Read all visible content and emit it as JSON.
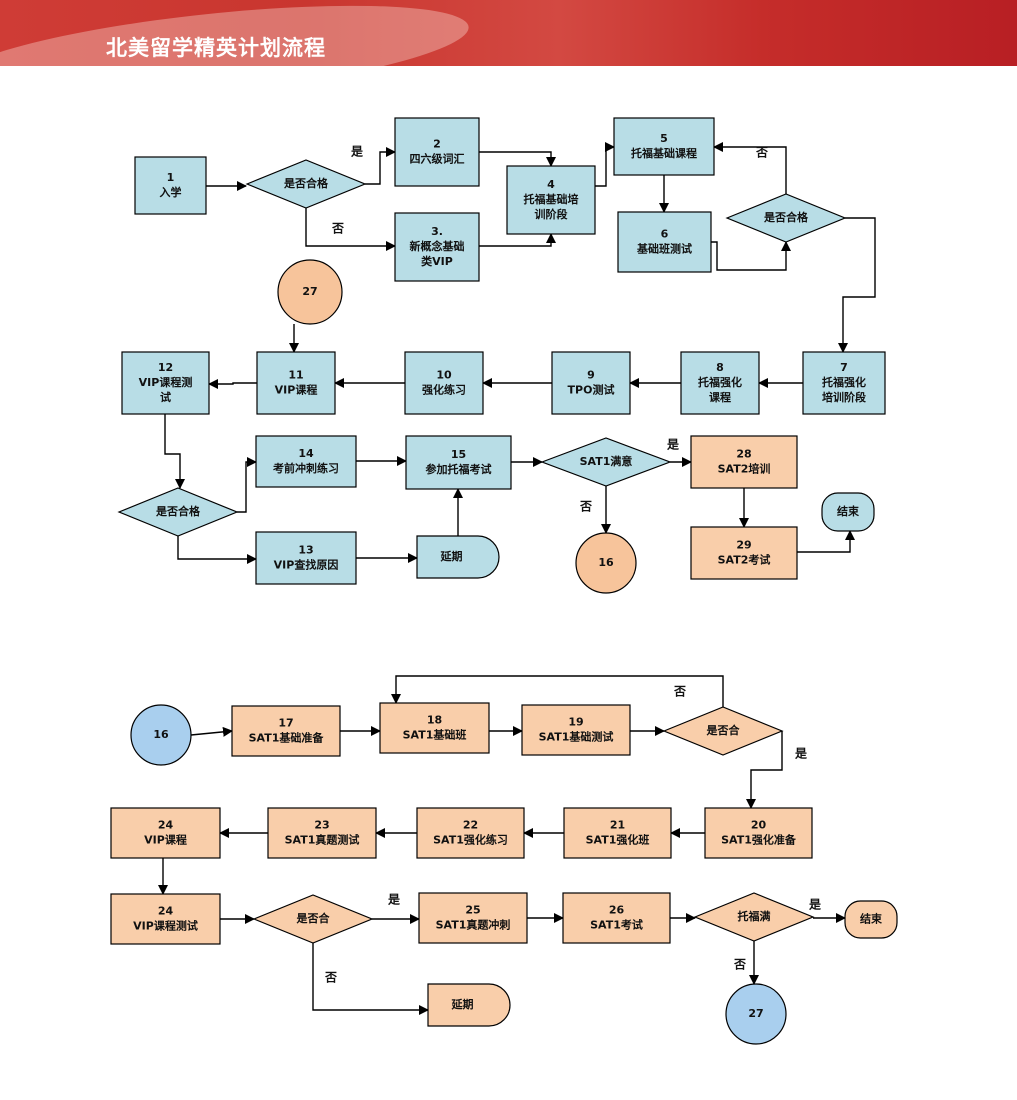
{
  "page_title": "北美留学精英计划流程",
  "colors": {
    "blue_box": "#b8dde6",
    "orange_box": "#f9ceaa",
    "orange_circle": "#f7c49b",
    "blue_circle": "#a9cfee"
  },
  "nodes": [
    {
      "id": "n1",
      "lines": [
        "1",
        "入学"
      ]
    },
    {
      "id": "d1",
      "lines": [
        "是否合格"
      ]
    },
    {
      "id": "n2",
      "lines": [
        "2",
        "四六级词汇"
      ]
    },
    {
      "id": "n3",
      "lines": [
        "3.",
        "新概念基础",
        "类VIP"
      ]
    },
    {
      "id": "n4",
      "lines": [
        "4",
        "托福基础培",
        "训阶段"
      ]
    },
    {
      "id": "n5",
      "lines": [
        "5",
        "托福基础课程"
      ]
    },
    {
      "id": "n6",
      "lines": [
        "6",
        "基础班测试"
      ]
    },
    {
      "id": "d2",
      "lines": [
        "是否合格"
      ]
    },
    {
      "id": "c27a",
      "lines": [
        "27"
      ]
    },
    {
      "id": "n7",
      "lines": [
        "7",
        "托福强化",
        "培训阶段"
      ]
    },
    {
      "id": "n8",
      "lines": [
        "8",
        "托福强化",
        "课程"
      ]
    },
    {
      "id": "n9",
      "lines": [
        "9",
        "TPO测试"
      ]
    },
    {
      "id": "n10",
      "lines": [
        "10",
        "强化练习"
      ]
    },
    {
      "id": "n11",
      "lines": [
        "11",
        "VIP课程"
      ]
    },
    {
      "id": "n12",
      "lines": [
        "12",
        "VIP课程测",
        "试"
      ]
    },
    {
      "id": "d3",
      "lines": [
        "是否合格"
      ]
    },
    {
      "id": "n14",
      "lines": [
        "14",
        "考前冲刺练习"
      ]
    },
    {
      "id": "n13",
      "lines": [
        "13",
        "VIP查找原因"
      ]
    },
    {
      "id": "delay1",
      "lines": [
        "延期"
      ]
    },
    {
      "id": "n15",
      "lines": [
        "15",
        "参加托福考试"
      ]
    },
    {
      "id": "d4",
      "lines": [
        "SAT1满意"
      ]
    },
    {
      "id": "c16a",
      "lines": [
        "16"
      ]
    },
    {
      "id": "n28",
      "lines": [
        "28",
        "SAT2培训"
      ]
    },
    {
      "id": "n29",
      "lines": [
        "29",
        "SAT2考试"
      ]
    },
    {
      "id": "end1",
      "lines": [
        "结束"
      ]
    },
    {
      "id": "c16b",
      "lines": [
        "16"
      ]
    },
    {
      "id": "n17",
      "lines": [
        "17",
        "SAT1基础准备"
      ]
    },
    {
      "id": "n18",
      "lines": [
        "18",
        "SAT1基础班"
      ]
    },
    {
      "id": "n19",
      "lines": [
        "19",
        "SAT1基础测试"
      ]
    },
    {
      "id": "d5",
      "lines": [
        "是否合"
      ]
    },
    {
      "id": "n20",
      "lines": [
        "20",
        "SAT1强化准备"
      ]
    },
    {
      "id": "n21",
      "lines": [
        "21",
        "SAT1强化班"
      ]
    },
    {
      "id": "n22",
      "lines": [
        "22",
        "SAT1强化练习"
      ]
    },
    {
      "id": "n23",
      "lines": [
        "23",
        "SAT1真题测试"
      ]
    },
    {
      "id": "n24a",
      "lines": [
        "24",
        "VIP课程"
      ]
    },
    {
      "id": "n24b",
      "lines": [
        "24",
        "VIP课程测试"
      ]
    },
    {
      "id": "d6",
      "lines": [
        "是否合"
      ]
    },
    {
      "id": "n25",
      "lines": [
        "25",
        "SAT1真题冲刺"
      ]
    },
    {
      "id": "n26",
      "lines": [
        "26",
        "SAT1考试"
      ]
    },
    {
      "id": "d7",
      "lines": [
        "托福满"
      ]
    },
    {
      "id": "end2",
      "lines": [
        "结束"
      ]
    },
    {
      "id": "delay2",
      "lines": [
        "延期"
      ]
    },
    {
      "id": "c27b",
      "lines": [
        "27"
      ]
    }
  ],
  "edge_labels": [
    {
      "id": "e_yes1",
      "text": "是"
    },
    {
      "id": "e_no1",
      "text": "否"
    },
    {
      "id": "e_no2",
      "text": "否"
    },
    {
      "id": "e_yes2",
      "text": "是"
    },
    {
      "id": "e_no3",
      "text": "否"
    },
    {
      "id": "e_no4",
      "text": "否"
    },
    {
      "id": "e_yes3",
      "text": "是"
    },
    {
      "id": "e_yes4",
      "text": "是"
    },
    {
      "id": "e_no5",
      "text": "否"
    },
    {
      "id": "e_yes5",
      "text": "是"
    },
    {
      "id": "e_no6",
      "text": "否"
    }
  ]
}
